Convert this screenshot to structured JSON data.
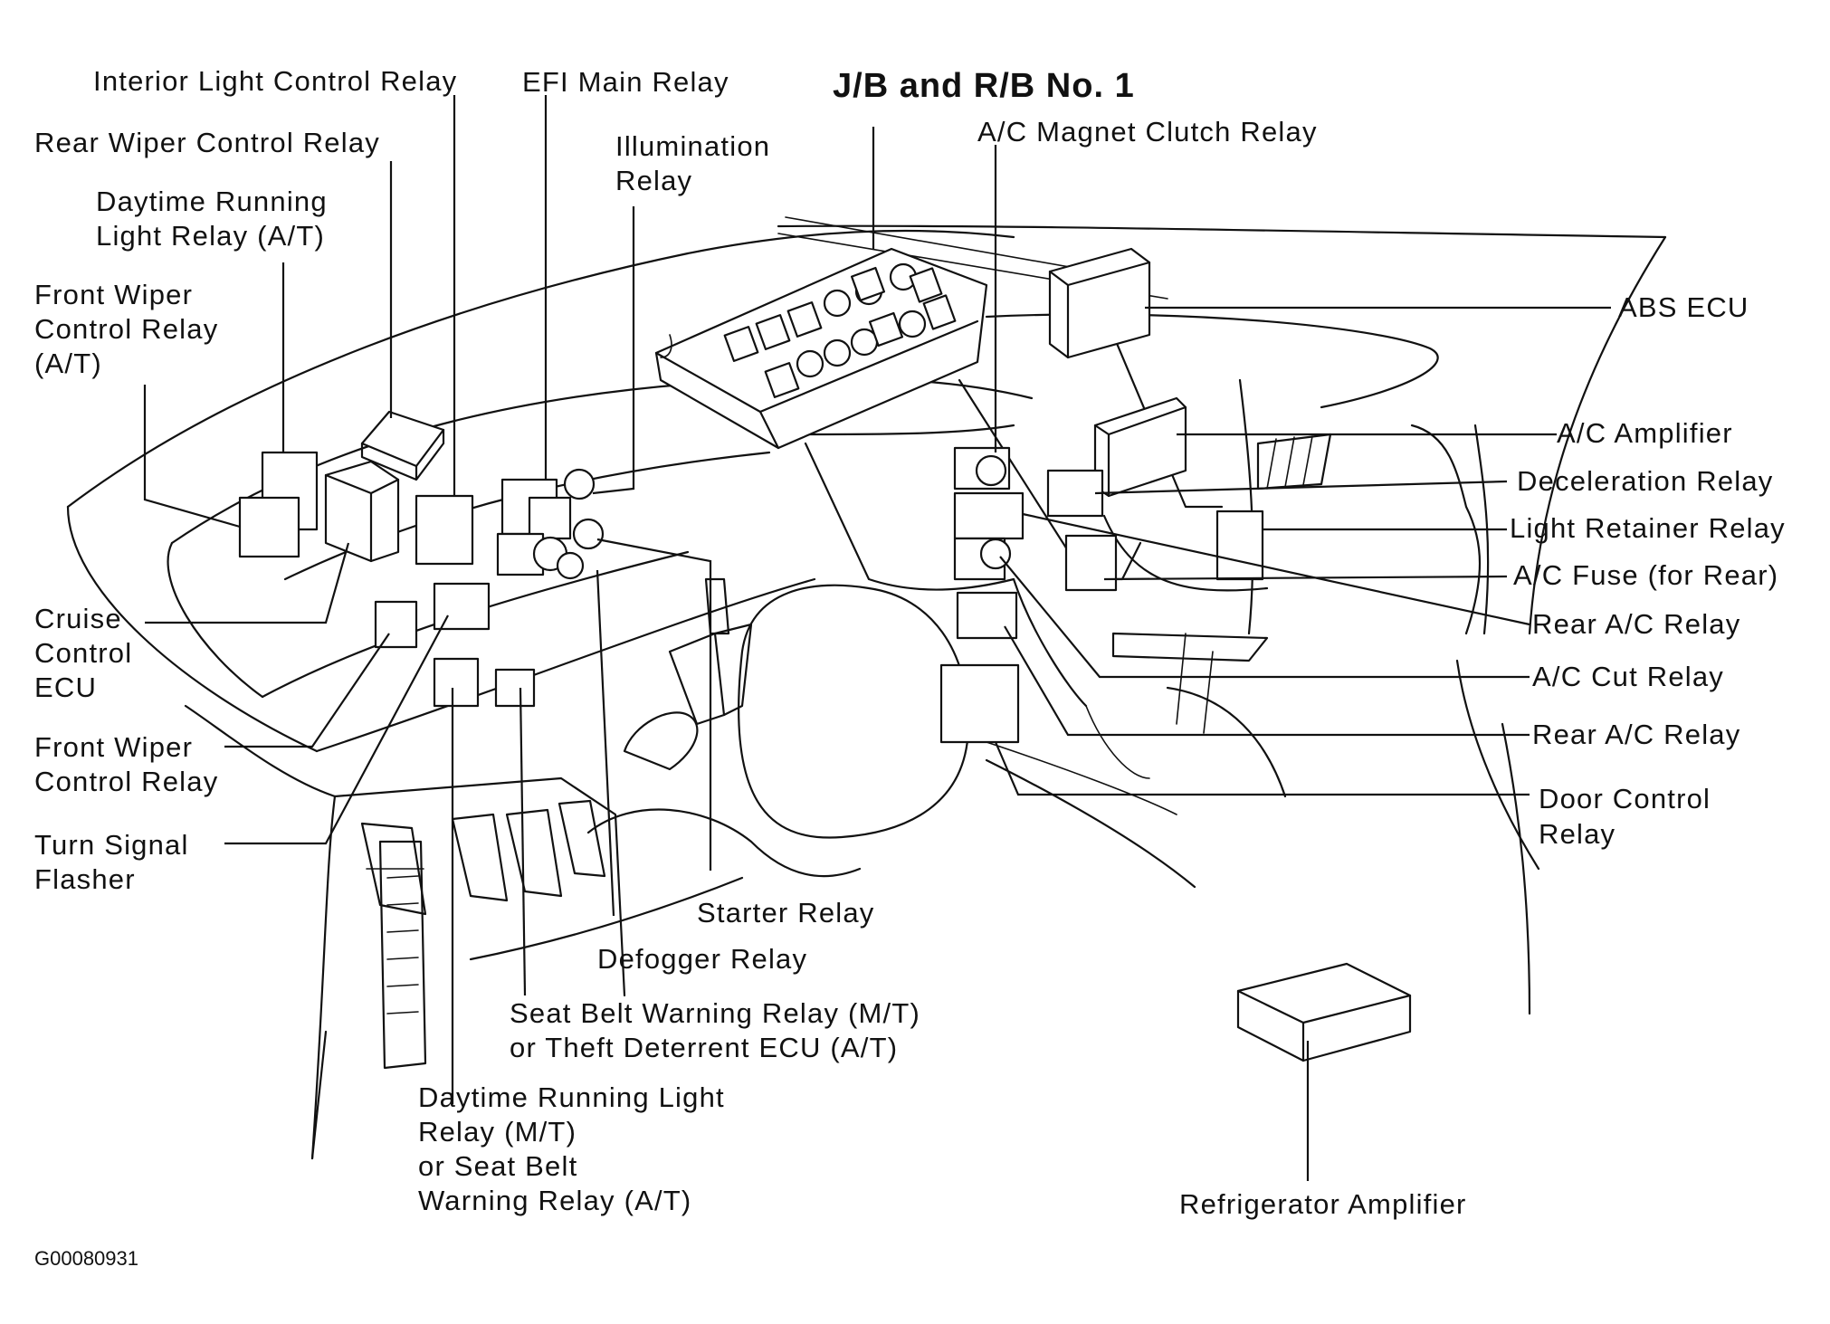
{
  "title": "J/B and R/B No. 1",
  "figure_code": "G00080931",
  "labels": {
    "interior_light_control_relay": [
      "Interior Light Control Relay"
    ],
    "efi_main_relay": [
      "EFI Main Relay"
    ],
    "rear_wiper_control_relay": [
      "Rear Wiper Control Relay"
    ],
    "illumination_relay": [
      "Illumination",
      "Relay"
    ],
    "daytime_running_light_relay_at": [
      "Daytime Running",
      "Light Relay (A/T)"
    ],
    "front_wiper_control_relay_at": [
      "Front Wiper",
      "Control Relay",
      "(A/T)"
    ],
    "ac_magnet_clutch_relay": [
      "A/C Magnet Clutch Relay"
    ],
    "abs_ecu": [
      "ABS ECU"
    ],
    "ac_amplifier": [
      "A/C Amplifier"
    ],
    "deceleration_relay": [
      "Deceleration Relay"
    ],
    "light_retainer_relay": [
      "Light Retainer Relay"
    ],
    "ac_fuse_rear": [
      "A/C Fuse (for Rear)"
    ],
    "rear_ac_relay_1": [
      "Rear A/C Relay"
    ],
    "ac_cut_relay": [
      "A/C Cut Relay"
    ],
    "rear_ac_relay_2": [
      "Rear A/C Relay"
    ],
    "door_control_relay": [
      "Door Control",
      "Relay"
    ],
    "cruise_control_ecu": [
      "Cruise",
      "Control",
      "ECU"
    ],
    "front_wiper_control_relay": [
      "Front Wiper",
      "Control Relay"
    ],
    "turn_signal_flasher": [
      "Turn Signal",
      "Flasher"
    ],
    "starter_relay": [
      "Starter Relay"
    ],
    "defogger_relay": [
      "Defogger Relay"
    ],
    "seat_belt_warning_relay_mt": [
      "Seat Belt Warning Relay (M/T)",
      "or Theft Deterrent ECU (A/T)"
    ],
    "daytime_running_light_relay_mt": [
      "Daytime Running Light",
      "Relay (M/T)",
      "or Seat Belt",
      "Warning Relay (A/T)"
    ],
    "refrigerator_amplifier": [
      "Refrigerator Amplifier"
    ]
  }
}
